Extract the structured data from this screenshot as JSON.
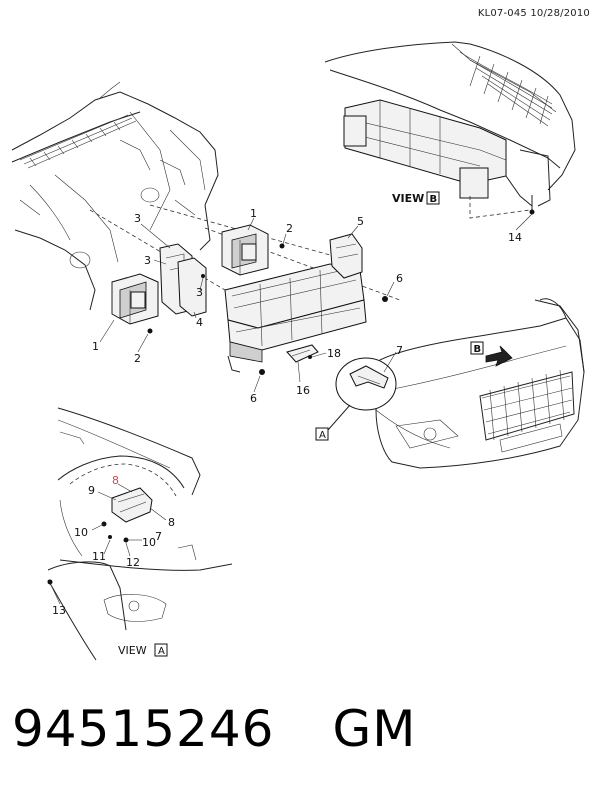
{
  "header": {
    "code_date": "KL07-045 10/28/2010"
  },
  "footer": {
    "part_number": "94515246",
    "brand": "GM"
  },
  "views": {
    "view_b_label": "VIEW",
    "view_b_letter": "B",
    "view_a_label": "VIEW",
    "view_a_letter": "A",
    "marker_b": "B",
    "marker_a": "A"
  },
  "callouts": {
    "c1a": "1",
    "c1b": "1",
    "c2a": "2",
    "c2b": "2",
    "c3a": "3",
    "c3b": "3",
    "c3c": "3",
    "c4": "4",
    "c5": "5",
    "c6a": "6",
    "c6b": "6",
    "c7a": "7",
    "c7b": "7",
    "c8a": "8",
    "c8b": "8",
    "c9": "9",
    "c10a": "10",
    "c10b": "10",
    "c11": "11",
    "c12": "12",
    "c13": "13",
    "c14": "14",
    "c16": "16",
    "c18": "18"
  }
}
